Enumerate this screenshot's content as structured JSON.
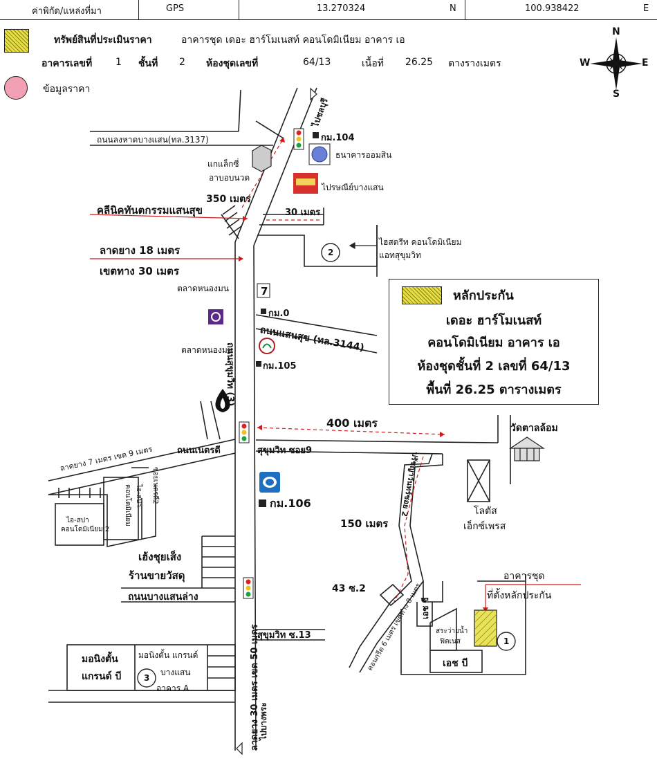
{
  "header": {
    "coord_label": "ค่าพิกัด/แหล่งที่มา",
    "source": "GPS",
    "lat": "13.270324",
    "lat_dir": "N",
    "lon": "100.938422",
    "lon_dir": "E"
  },
  "info": {
    "property_label": "ทรัพย์สินที่ประเมินราคา",
    "property_name": "อาคารชุด เดอะ ฮาร์โมเนสท์ คอนโดมิเนียม อาคาร เอ",
    "building_label": "อาคารเลขที่",
    "building_value": "1",
    "floor_label": "ชั้นที่",
    "floor_value": "2",
    "unit_label": "ห้องชุดเลขที่",
    "unit_value": "64/13",
    "area_label": "เนื้อที่",
    "area_value": "26.25",
    "area_unit": "ตางรางเมตร",
    "price_data_label": "ข้อมูลราคา"
  },
  "compass": {
    "n": "N",
    "s": "S",
    "e": "E",
    "w": "W"
  },
  "legend": {
    "title": "หลักประกัน",
    "line1": "เดอะ ฮาร์โมเนสท์",
    "line2": "คอนโดมิเนียม อาคาร เอ",
    "line3": "ห้องชุดชั้นที่ 2 เลขที่ 64/13",
    "line4": "พื้นที่ 26.25 ตารางเมตร"
  },
  "map": {
    "road_nonglahan": "ถนนลงหาดบางแสน(ทล.3137)",
    "to_chonburi": "ไปชลบุรี",
    "km104": "กม.104",
    "gas_station": "แกแล็กซี่",
    "aobon": "อาบอบนวด",
    "bank": "ธนาคารออมสิน",
    "post": "ไปรษณีย์บางแสน",
    "dist_350": "350 เมตร",
    "clinic": "คลีนิคทันตกรรมแสนสุข",
    "dist_30": "30 เมตร",
    "highstreet": "ไฮสตรีท คอนโดมิเนียม",
    "sukhumvit_at": "แอทสุขุมวิท",
    "marker_2": "2",
    "paved_18": "ลาดยาง 18 เมตร",
    "row_30": "เขตทาง 30 เมตร",
    "hwy_sukhumvit": "ถนนสุขุมวิท (3)",
    "market1": "ตลาดหนองมน",
    "market2": "ตลาดหนองมน",
    "km0": "กม.0",
    "road_saensuk": "ถนนแสนสุข (ทล.3144)",
    "km105": "กม.105",
    "dist_400": "400 เมตร",
    "road_netdee": "ถนนเนตรดี",
    "soi9": "สุขุมวิท ซอย9",
    "wat": "วัดตาลล้อม",
    "paved7": "ลาดยาง 7 เมตร เขต 9 เมตร",
    "ios_spa": "ไอ-สปา",
    "condo2": "คอนโดมิเนียม 2",
    "io_spa": "ไอ-สปา",
    "condo_m": "คอนโดมิเนียม",
    "soi_netdee2": "ซอยเนตรดี2",
    "km106": "กม.106",
    "dist_150": "150 เมตร",
    "soi_sukhumvit2": "ปรัชญาวันทร์ซอย 2",
    "lotus1": "โลตัส",
    "lotus2": "เอ็กซ์เพรส",
    "hengchui1": "เฮ้งชุยเส็ง",
    "hengchui2": "ร้านขายวัสดุ",
    "road_bangsaen_lang": "ถนนบางแสนล่าง",
    "s43": "43 ซ.2",
    "building_condo": "อาคารชุด",
    "collateral_location": "ที่ตั้งหลักประกัน",
    "paved6": "คอนกรีต 6 เมตร เขตทาง 8 เมตร",
    "bldg_c": "เอช ซี",
    "fitness1": "สระว่ายน้ำ",
    "fitness2": "ฟิตเนส",
    "bldg_b": "เอช บี",
    "marker_1": "1",
    "sukhumvit13": "สุขุมวิท ซ.13",
    "monington1": "มอนิงตั้น",
    "monington2": "แกรนด์ บี",
    "monington_grand": "มอนิงตั้น แกรนด์",
    "bangsaen": "บางแสน",
    "bldg_a": "อาคาร A",
    "marker_3": "3",
    "paved_30": "ลาดยาง 30 เมตร เขต 50 เมตร",
    "to_bangphra": "ไปบางพระ"
  },
  "colors": {
    "collateral_fill": "#e9e35a",
    "price_pin": "#f2a0b4",
    "dashed_red": "#d11a1a",
    "road": "#222222"
  }
}
